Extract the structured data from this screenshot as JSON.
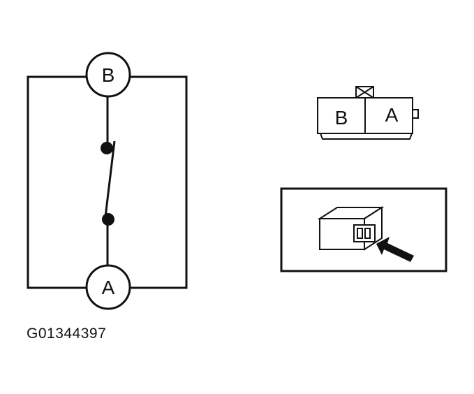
{
  "schematic": {
    "terminal_top": "B",
    "terminal_bottom": "A"
  },
  "connector": {
    "pin_left": "B",
    "pin_right": "A"
  },
  "figure_id": "G01344397"
}
